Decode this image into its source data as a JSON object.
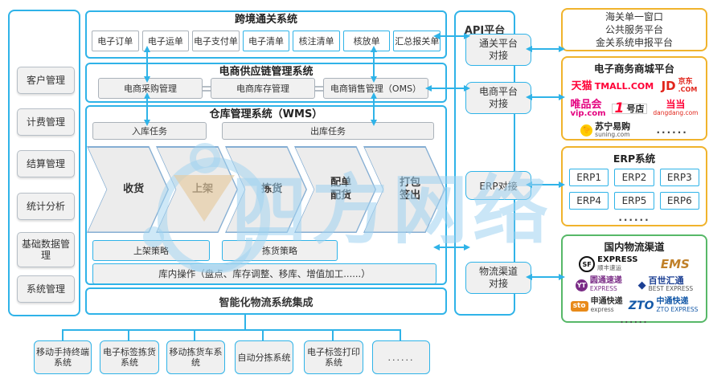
{
  "colors": {
    "accent_cyan": "#2fb3e8",
    "border_gray": "#aab2ba",
    "fill_gray": "#f0f0f0",
    "frame_yellow": "#f0b32c",
    "frame_green": "#57b868",
    "watermark_blue": "#9ed1f0"
  },
  "watermark": {
    "text": "四方网络"
  },
  "sidebar": {
    "items": [
      "客户管理",
      "计费管理",
      "结算管理",
      "统计分析",
      "基础数据管理",
      "系统管理"
    ]
  },
  "customs_system": {
    "title": "跨境通关系统",
    "docs": [
      "电子订单",
      "电子运单",
      "电子支付单",
      "电子清单",
      "核注清单",
      "核放单",
      "汇总报关单"
    ]
  },
  "supply_chain": {
    "title": "电商供应链管理系统",
    "modules": [
      "电商采购管理",
      "电商库存管理",
      "电商销售管理（OMS）"
    ]
  },
  "wms": {
    "title": "仓库管理系统（WMS）",
    "inbound": "入库任务",
    "outbound": "出库任务",
    "flow": [
      "收货",
      "上架",
      "拣货",
      "配单\n配货",
      "打包\n签出"
    ],
    "putaway_strategy": "上架策略",
    "picking_strategy": "拣货策略",
    "operations": "库内操作（盘点、库存调整、移库、增值加工......）"
  },
  "integration": {
    "title": "智能化物流系统集成"
  },
  "api_platform": {
    "title": "API平台",
    "items": [
      "通关平台\n对接",
      "电商平台\n对接",
      "ERP对接",
      "物流渠道\n对接"
    ]
  },
  "external": {
    "customs_platform": {
      "lines": [
        "海关单一窗口",
        "公共服务平台",
        "金关系统申报平台"
      ]
    },
    "mall": {
      "title": "电子商务商城平台",
      "tmall": {
        "cn": "天猫",
        "en": "TMALL.COM"
      },
      "jd": {
        "en": "JD",
        "cn": "京东",
        "dot": ".COM"
      },
      "vip": {
        "cn": "唯品会",
        "en": "vip.com"
      },
      "yhd": {
        "num": "1",
        "cn": "号店"
      },
      "dangdang": {
        "cn": "当当",
        "en": "dangdang.com"
      },
      "suning": {
        "cn": "苏宁易购",
        "en": "suning.com"
      },
      "more": "......"
    },
    "erp": {
      "title": "ERP系统",
      "items": [
        "ERP1",
        "ERP2",
        "ERP3",
        "ERP4",
        "ERP5",
        "ERP6"
      ],
      "more": "......"
    },
    "logistics": {
      "title": "国内物流渠道",
      "sf": {
        "abbr": "SF",
        "en": "EXPRESS",
        "cn": "顺丰速运"
      },
      "ems": {
        "en": "EMS"
      },
      "yto": {
        "abbr": "YT",
        "cn": "圆通速递",
        "en": "EXPRESS"
      },
      "best": {
        "cn": "百世汇通",
        "en": "BEST EXPRESS"
      },
      "sto": {
        "abbr": "sto",
        "cn": "申通快递",
        "en": "express"
      },
      "zto": {
        "abbr": "ZTO",
        "cn": "中通快递",
        "en": "ZTO EXPRESS"
      },
      "more": "......"
    }
  },
  "bottom": {
    "items": [
      "移动手持终端系统",
      "电子标签拣货系统",
      "移动拣货车系统",
      "自动分拣系统",
      "电子标签打印系统",
      "......"
    ]
  }
}
